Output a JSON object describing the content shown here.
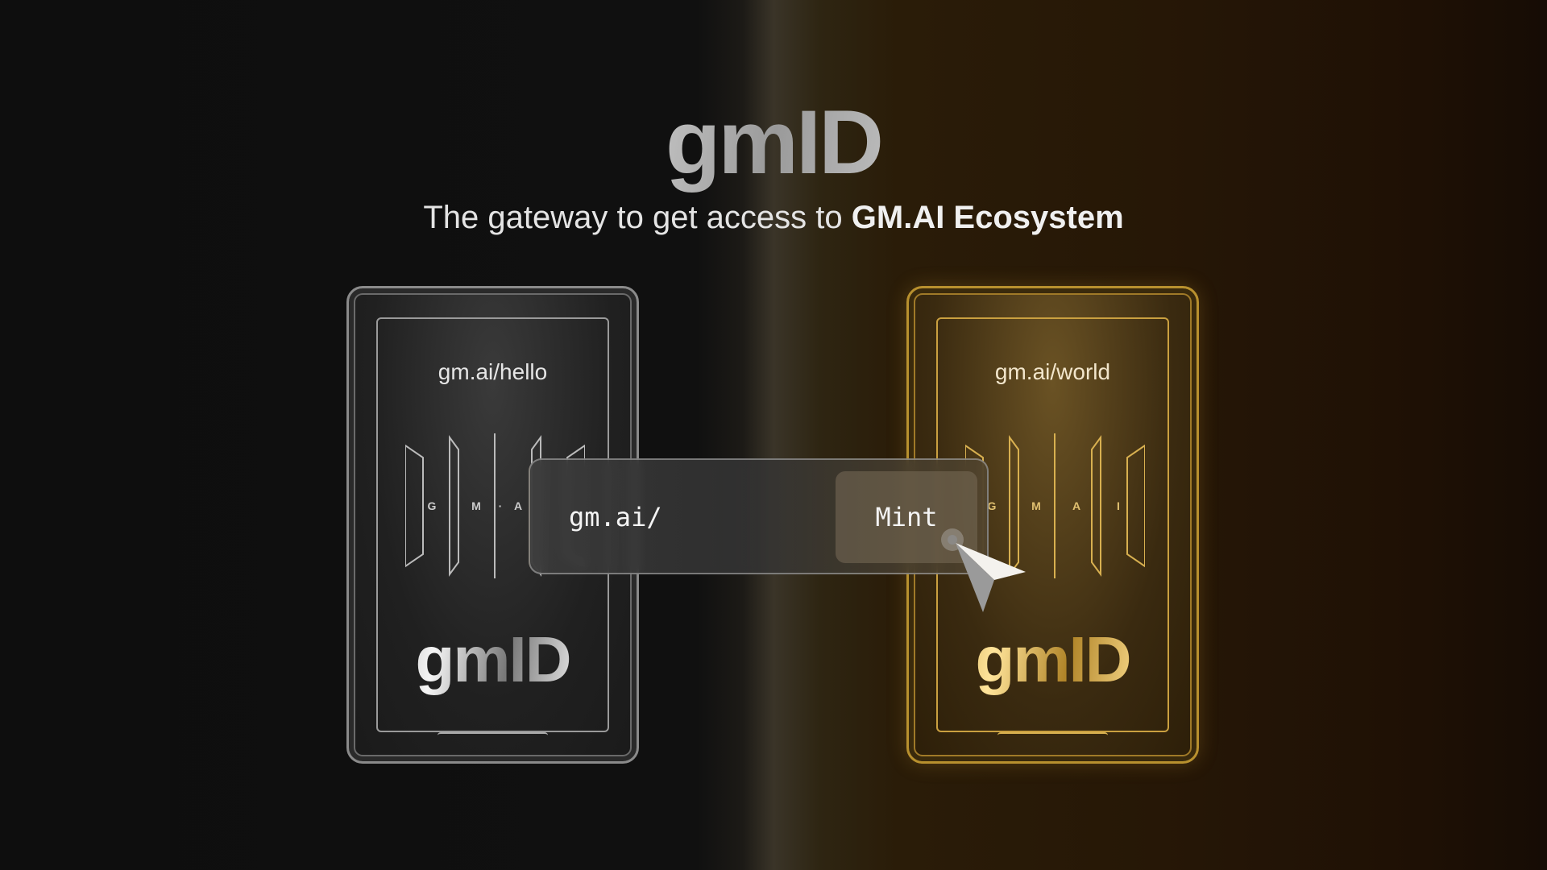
{
  "hero": {
    "title": "gmID",
    "subtitle_prefix": "The gateway to get access to",
    "subtitle_emphasis": "GM.AI Ecosystem"
  },
  "cards": [
    {
      "variant": "silver",
      "handle": "gm.ai/hello",
      "emblem_letters": [
        "G",
        "M",
        "·",
        "A"
      ],
      "logo": "gmID",
      "color": "#c0c0c0"
    },
    {
      "variant": "gold",
      "handle": "gm.ai/world",
      "emblem_letters": [
        "G",
        "M",
        "A",
        "I"
      ],
      "logo": "gmID",
      "color": "#d4a53c"
    }
  ],
  "mint_form": {
    "prefix": "gm.ai/",
    "button_label": "Mint"
  },
  "icons": {
    "cursor": "pointer-arrow-icon"
  }
}
